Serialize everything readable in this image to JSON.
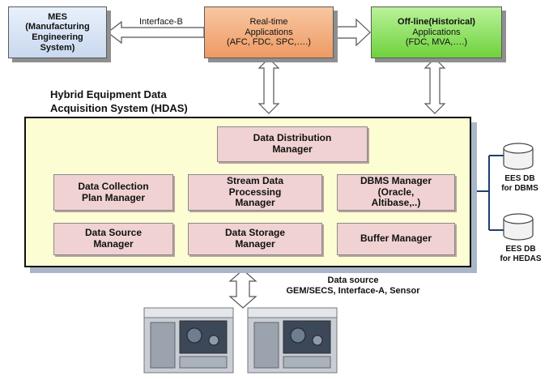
{
  "top": {
    "mes": [
      "MES",
      "(Manufacturing",
      "Engineering",
      "System)"
    ],
    "realtime": [
      "Real-time",
      "Applications",
      "(AFC, FDC, SPC,….)"
    ],
    "offline": [
      "Off-line(Historical)",
      "Applications",
      "(FDC, MVA,….)"
    ],
    "interface_label": "Interface-B"
  },
  "hdas": {
    "title_line1": "Hybrid Equipment Data",
    "title_line2": "Acquisition System (HDAS)",
    "managers": {
      "distribution": [
        "Data Distribution",
        "Manager"
      ],
      "collection": [
        "Data Collection",
        "Plan Manager"
      ],
      "stream": [
        "Stream Data",
        "Processing",
        "Manager"
      ],
      "dbms": [
        "DBMS Manager",
        "(Oracle,",
        "Altibase,..)"
      ],
      "source": [
        "Data Source",
        "Manager"
      ],
      "storage": [
        "Data Storage",
        "Manager"
      ],
      "buffer": [
        "Buffer Manager"
      ]
    }
  },
  "databases": [
    {
      "line1": "EES DB",
      "line2": "for DBMS"
    },
    {
      "line1": "EES DB",
      "line2": "for HEDAS"
    }
  ],
  "data_source": {
    "line1": "Data source",
    "line2": "GEM/SECS, Interface-A, Sensor"
  },
  "colors": {
    "realtime": "#ee9a63",
    "offline": "#6fd23c",
    "hdas_bg": "#fcfdd3",
    "manager_bg": "#f0d2d2",
    "connector": "#1f3f6e"
  }
}
